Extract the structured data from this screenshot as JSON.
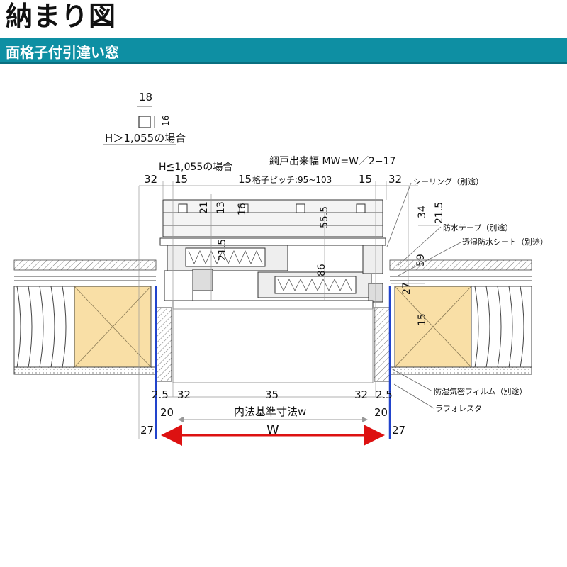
{
  "title": "納まり図",
  "subtitle": "面格子付引違い窓",
  "bar_profile": {
    "w": "18",
    "h": "16",
    "note": "H＞1,055の場合"
  },
  "top_dims": {
    "note_h": "H≦1,055の場合",
    "screen_width": "網戸出来幅 MW=W／2−17",
    "left_32": "32",
    "left_15": "15",
    "right_15": "15",
    "right_32": "32",
    "pitch": "格子ピッチ:95~103"
  },
  "vert_dims": {
    "d21": "21",
    "d13": "13",
    "d16": "16",
    "d55_5": "55.5",
    "d21_5": "21.5",
    "d86": "86",
    "r34": "34",
    "r21_5": "21.5",
    "r59": "59",
    "r27": "27",
    "r15": "15"
  },
  "labels": {
    "sealing": "シーリング（別途）",
    "waterproof_tape": "防水テープ（別途）",
    "breathable_sheet": "透湿防水シート（別途）",
    "vapor_film": "防湿気密フィルム（別途）",
    "lath": "ラフォレスタ"
  },
  "bottom_dims": {
    "l2_5": "2.5",
    "l32": "32",
    "c35": "35",
    "r32": "32",
    "r2_5": "2.5",
    "l20": "20",
    "inner": "内法基準寸法w",
    "r20": "20",
    "l27": "27",
    "w": "W",
    "r27": "27"
  },
  "colors": {
    "header": "#0e8fa3",
    "wood": "#f9dfa6",
    "blue_line": "#2244cc",
    "red_arrow": "#dd1111"
  }
}
